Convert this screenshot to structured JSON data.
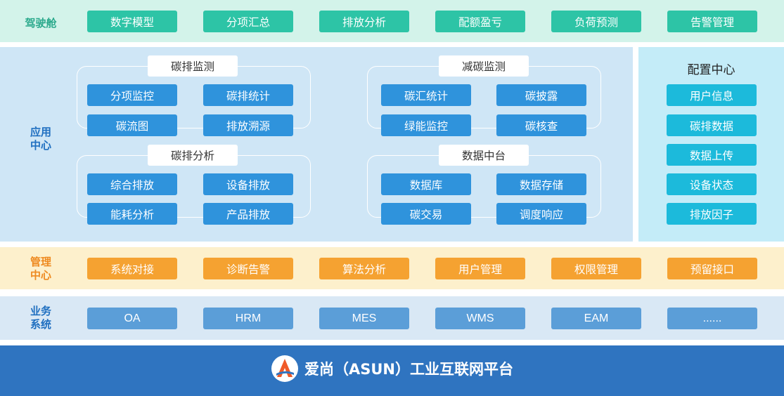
{
  "cockpit": {
    "label": "驾驶舱",
    "items": [
      "数字模型",
      "分项汇总",
      "排放分析",
      "配额盈亏",
      "负荷预测",
      "告警管理"
    ]
  },
  "application_center": {
    "label_line1": "应用",
    "label_line2": "中心",
    "groups": [
      {
        "title": "碳排监测",
        "items": [
          "分项监控",
          "碳排统计",
          "碳流图",
          "排放溯源"
        ]
      },
      {
        "title": "减碳监测",
        "items": [
          "碳汇统计",
          "碳披露",
          "绿能监控",
          "碳核查"
        ]
      },
      {
        "title": "碳排分析",
        "items": [
          "综合排放",
          "设备排放",
          "能耗分析",
          "产品排放"
        ]
      },
      {
        "title": "数据中台",
        "items": [
          "数据库",
          "数据存储",
          "碳交易",
          "调度响应"
        ]
      }
    ]
  },
  "config_center": {
    "title": "配置中心",
    "items": [
      "用户信息",
      "碳排数据",
      "数据上传",
      "设备状态",
      "排放因子"
    ]
  },
  "management_center": {
    "label_line1": "管理",
    "label_line2": "中心",
    "items": [
      "系统对接",
      "诊断告警",
      "算法分析",
      "用户管理",
      "权限管理",
      "预留接口"
    ]
  },
  "business_systems": {
    "label_line1": "业务",
    "label_line2": "系统",
    "items": [
      "OA",
      "HRM",
      "MES",
      "WMS",
      "EAM",
      "......"
    ]
  },
  "platform": {
    "title": "爱尚（ASUN）工业互联网平台"
  },
  "colors": {
    "cockpit_bg": "#d3f3ea",
    "app_bg": "#cfe6f6",
    "config_bg": "#c4ecf8",
    "mgmt_bg": "#fdf0cc",
    "biz_bg": "#d9e8f5",
    "platform_bg": "#2f74c0"
  }
}
